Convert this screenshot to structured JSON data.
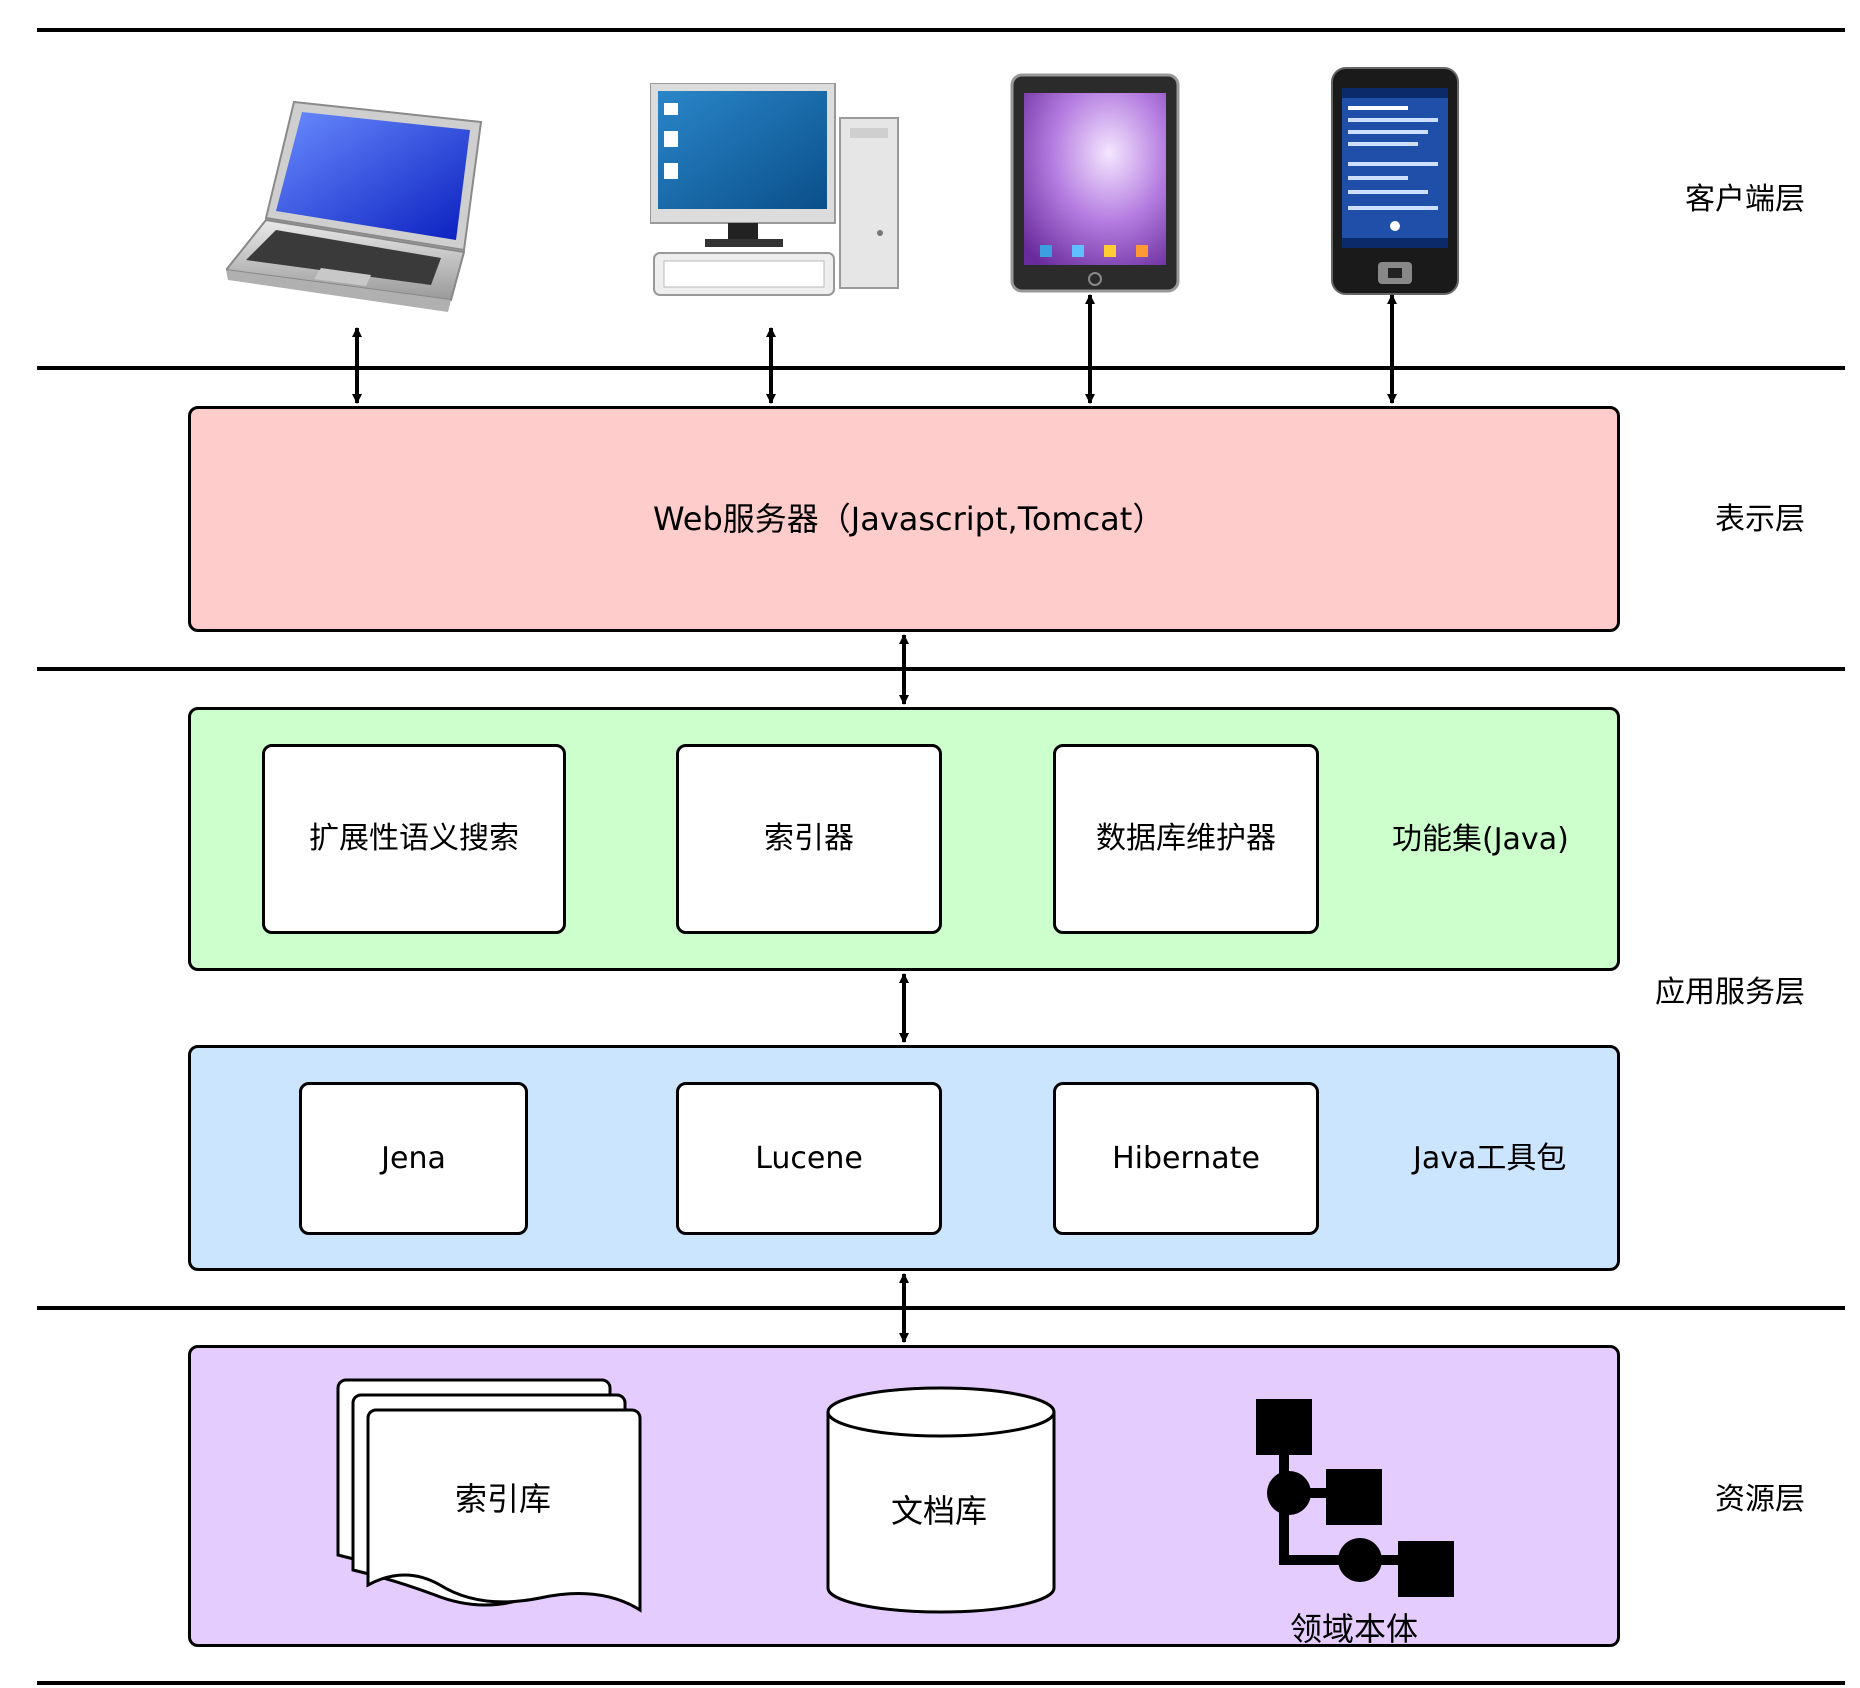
{
  "layers": {
    "client": "客户端层",
    "presentation": "表示层",
    "app_service": "应用服务层",
    "resource": "资源层"
  },
  "presentation": {
    "web_server": "Web服务器（Javascript,Tomcat）"
  },
  "function_set": {
    "title": "功能集(Java)",
    "boxes": [
      "扩展性语义搜索",
      "索引器",
      "数据库维护器"
    ],
    "color": "#ccffcc"
  },
  "java_toolkit": {
    "title": "Java工具包",
    "boxes": [
      "Jena",
      "Lucene",
      "Hibernate"
    ],
    "color": "#cce5ff"
  },
  "resources": {
    "index_lib": "索引库",
    "doc_lib": "文档库",
    "ontology": "领域本体",
    "color": "#e5ccff"
  },
  "colors": {
    "presentation": "#ffcccc"
  },
  "devices": [
    "laptop-icon",
    "desktop-computer-icon",
    "tablet-icon",
    "smartphone-icon"
  ]
}
